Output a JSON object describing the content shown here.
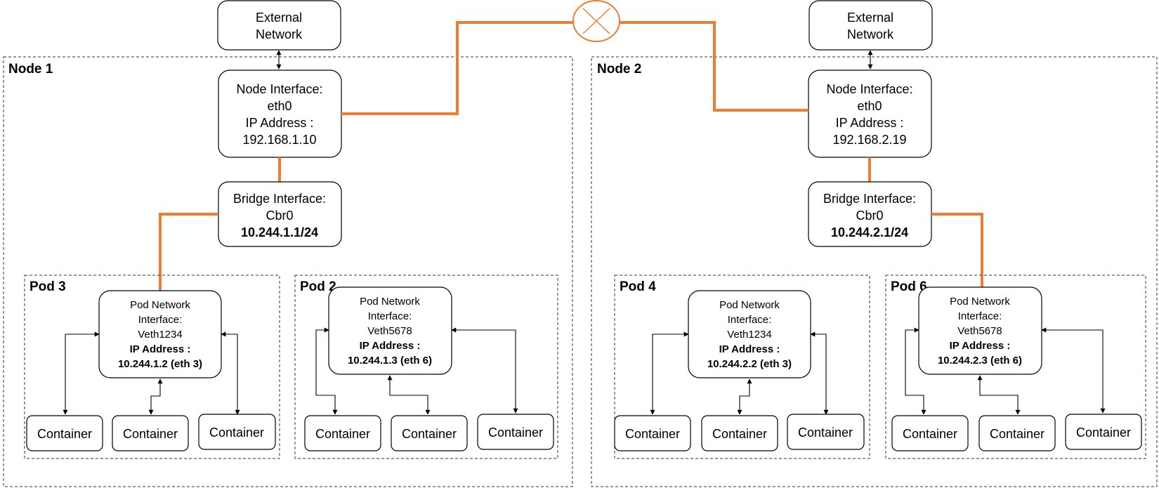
{
  "colors": {
    "link": "#ED7D31",
    "stroke": "#000000",
    "background": "#ffffff"
  },
  "router_icon": "router-cross-icon",
  "nodes": [
    {
      "label": "Node 1",
      "external": [
        "External",
        "Network"
      ],
      "node_interface": [
        "Node Interface:",
        "eth0",
        "IP Address :",
        "192.168.1.10"
      ],
      "bridge": [
        "Bridge Interface:",
        "Cbr0",
        "10.244.1.1/24"
      ],
      "pods": [
        {
          "label": "Pod 3",
          "interface": [
            "Pod Network",
            "Interface:",
            "Veth1234",
            "IP Address :",
            "10.244.1.2 (eth 3)"
          ],
          "containers": [
            "Container",
            "Container",
            "Container"
          ]
        },
        {
          "label": "Pod 2",
          "interface": [
            "Pod Network",
            "Interface:",
            "Veth5678",
            "IP Address :",
            "10.244.1.3 (eth 6)"
          ],
          "containers": [
            "Container",
            "Container",
            "Container"
          ]
        }
      ]
    },
    {
      "label": "Node 2",
      "external": [
        "External",
        "Network"
      ],
      "node_interface": [
        "Node Interface:",
        "eth0",
        "IP Address :",
        "192.168.2.19"
      ],
      "bridge": [
        "Bridge Interface:",
        "Cbr0",
        "10.244.2.1/24"
      ],
      "pods": [
        {
          "label": "Pod 4",
          "interface": [
            "Pod Network",
            "Interface:",
            "Veth1234",
            "IP Address :",
            "10.244.2.2 (eth 3)"
          ],
          "containers": [
            "Container",
            "Container",
            "Container"
          ]
        },
        {
          "label": "Pod 6",
          "interface": [
            "Pod Network",
            "Interface:",
            "Veth5678",
            "IP Address :",
            "10.244.2.3 (eth 6)"
          ],
          "containers": [
            "Container",
            "Container",
            "Container"
          ]
        }
      ]
    }
  ]
}
